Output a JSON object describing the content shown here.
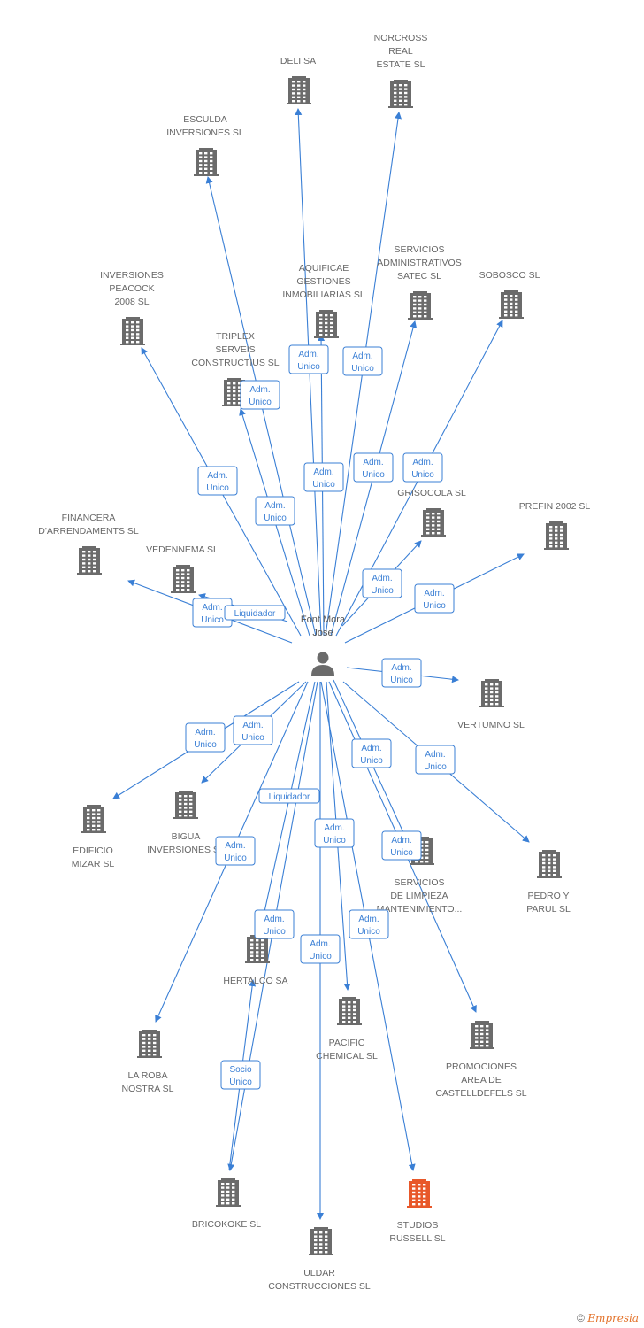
{
  "center": {
    "label_lines": [
      "Font Mora",
      "Jose"
    ],
    "icon": "person-icon"
  },
  "companies": [
    {
      "id": "deli",
      "lines": [
        "DELI SA"
      ],
      "highlight": false
    },
    {
      "id": "norcross",
      "lines": [
        "NORCROSS",
        "REAL",
        "ESTATE SL"
      ],
      "highlight": false
    },
    {
      "id": "esculda",
      "lines": [
        "ESCULDA",
        "INVERSIONES SL"
      ],
      "highlight": false
    },
    {
      "id": "servicios_adm",
      "lines": [
        "SERVICIOS",
        "ADMINISTRATIVOS",
        "SATEC SL"
      ],
      "highlight": false
    },
    {
      "id": "sobosco",
      "lines": [
        "SOBOSCO SL"
      ],
      "highlight": false
    },
    {
      "id": "aquificae",
      "lines": [
        "AQUIFICAE",
        "GESTIONES",
        "INMOBILIARIAS SL"
      ],
      "highlight": false
    },
    {
      "id": "peacock",
      "lines": [
        "INVERSIONES",
        "PEACOCK",
        "2008 SL"
      ],
      "highlight": false
    },
    {
      "id": "triplex",
      "lines": [
        "TRIPLEX",
        "SERVEIS",
        "CONSTRUCTIUS SL"
      ],
      "highlight": false
    },
    {
      "id": "grisocola",
      "lines": [
        "GRISOCOLA SL"
      ],
      "highlight": false
    },
    {
      "id": "prefin",
      "lines": [
        "PREFIN 2002 SL"
      ],
      "highlight": false
    },
    {
      "id": "financera",
      "lines": [
        "FINANCERA",
        "D'ARRENDAMENTS SL"
      ],
      "highlight": false
    },
    {
      "id": "vedennema",
      "lines": [
        "VEDENNEMA SL"
      ],
      "highlight": false
    },
    {
      "id": "vertumno",
      "lines": [
        "VERTUMNO SL"
      ],
      "highlight": false
    },
    {
      "id": "edificio",
      "lines": [
        "EDIFICIO",
        "MIZAR SL"
      ],
      "highlight": false
    },
    {
      "id": "bigua",
      "lines": [
        "BIGUA",
        "INVERSIONES SL"
      ],
      "highlight": false
    },
    {
      "id": "limpieza",
      "lines": [
        "SERVICIOS",
        "DE LIMPIEZA",
        "MANTENIMIENTO..."
      ],
      "highlight": false
    },
    {
      "id": "pedro",
      "lines": [
        "PEDRO Y",
        "PARUL SL"
      ],
      "highlight": false
    },
    {
      "id": "hertalco",
      "lines": [
        "HERTALCO SA"
      ],
      "highlight": false
    },
    {
      "id": "pacific",
      "lines": [
        "PACIFIC",
        "CHEMICAL SL"
      ],
      "highlight": false
    },
    {
      "id": "promociones",
      "lines": [
        "PROMOCIONES",
        "AREA DE",
        "CASTELLDEFELS SL"
      ],
      "highlight": false
    },
    {
      "id": "laroba",
      "lines": [
        "LA ROBA",
        "NOSTRA SL"
      ],
      "highlight": false
    },
    {
      "id": "bricokoke",
      "lines": [
        "BRICOKOKE SL"
      ],
      "highlight": false
    },
    {
      "id": "studios",
      "lines": [
        "STUDIOS",
        "RUSSELL SL"
      ],
      "highlight": true
    },
    {
      "id": "uldar",
      "lines": [
        "ULDAR",
        "CONSTRUCCIONES SL"
      ],
      "highlight": false
    }
  ],
  "relations": [
    {
      "from": "center",
      "to": "deli",
      "badge": [
        "Adm.",
        "Unico"
      ]
    },
    {
      "from": "center",
      "to": "norcross",
      "badge": [
        "Adm.",
        "Unico"
      ]
    },
    {
      "from": "center",
      "to": "esculda",
      "badge": [
        "Adm.",
        "Unico"
      ]
    },
    {
      "from": "center",
      "to": "servicios_adm",
      "badge": [
        "Adm.",
        "Unico"
      ]
    },
    {
      "from": "center",
      "to": "sobosco",
      "badge": [
        "Adm.",
        "Unico"
      ]
    },
    {
      "from": "center",
      "to": "aquificae",
      "badge": [
        "Adm.",
        "Unico"
      ]
    },
    {
      "from": "center",
      "to": "peacock",
      "badge": [
        "Adm.",
        "Unico"
      ]
    },
    {
      "from": "center",
      "to": "triplex",
      "badge": [
        "Adm.",
        "Unico"
      ]
    },
    {
      "from": "center",
      "to": "grisocola",
      "badge": [
        "Adm.",
        "Unico"
      ]
    },
    {
      "from": "center",
      "to": "prefin",
      "badge": [
        "Adm.",
        "Unico"
      ]
    },
    {
      "from": "center",
      "to": "financera",
      "badge": [
        "Adm.",
        "Unico"
      ]
    },
    {
      "from": "center",
      "to": "vedennema",
      "badge": [
        "Liquidador"
      ]
    },
    {
      "from": "center",
      "to": "vertumno",
      "badge": [
        "Adm.",
        "Unico"
      ]
    },
    {
      "from": "center",
      "to": "edificio",
      "badge": [
        "Adm.",
        "Unico"
      ]
    },
    {
      "from": "center",
      "to": "bigua",
      "badge": [
        "Adm.",
        "Unico"
      ]
    },
    {
      "from": "center",
      "to": "limpieza",
      "badge": [
        "Adm.",
        "Unico"
      ]
    },
    {
      "from": "center",
      "to": "pedro",
      "badge": [
        "Adm.",
        "Unico"
      ]
    },
    {
      "from": "center",
      "to": "hertalco",
      "badge": [
        "Adm.",
        "Unico"
      ]
    },
    {
      "from": "center",
      "to": "pacific",
      "badge": [
        "Adm.",
        "Unico"
      ]
    },
    {
      "from": "center",
      "to": "promociones",
      "badge": [
        "Adm.",
        "Unico"
      ]
    },
    {
      "from": "center",
      "to": "laroba",
      "badge": [
        "Adm.",
        "Unico"
      ]
    },
    {
      "from": "center",
      "to": "bricokoke",
      "badge": [
        "Liquidador"
      ]
    },
    {
      "from": "center",
      "to": "studios",
      "badge": [
        "Adm.",
        "Unico"
      ]
    },
    {
      "from": "center",
      "to": "uldar",
      "badge": [
        "Adm.",
        "Unico"
      ]
    },
    {
      "from": "bricokoke",
      "to": "hertalco",
      "badge": [
        "Socio",
        "Único"
      ]
    }
  ],
  "footer": {
    "copyright": "©",
    "brand": "Empresia"
  },
  "colors": {
    "edge": "#3a7fd5",
    "building": "#6b6b6b",
    "highlight": "#e8582a",
    "label": "#666666"
  }
}
